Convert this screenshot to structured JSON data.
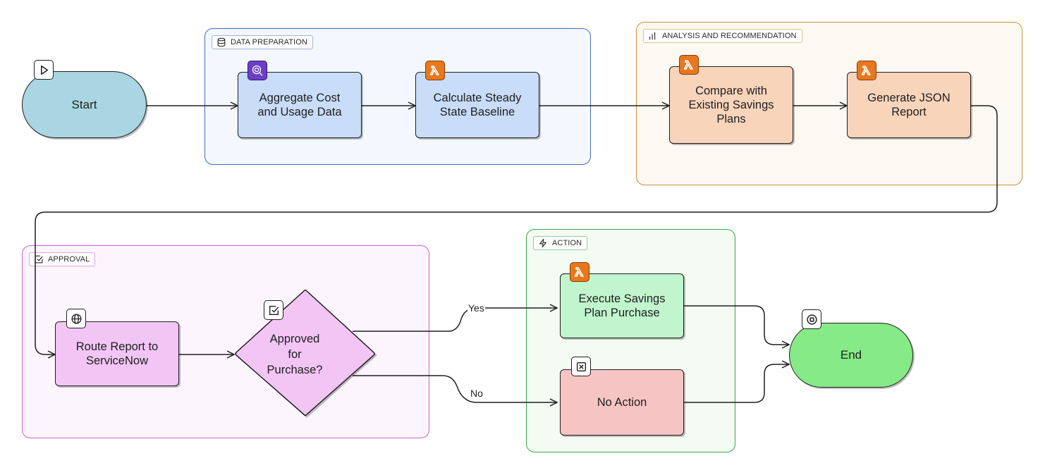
{
  "groups": {
    "data_preparation": "DATA PREPARATION",
    "analysis": "ANALYSIS AND RECOMMENDATION",
    "approval": "APPROVAL",
    "action": "ACTION"
  },
  "nodes": {
    "start": "Start",
    "aggregate": "Aggregate Cost\nand Usage Data",
    "calculate": "Calculate Steady\nState Baseline",
    "compare": "Compare with\nExisting Savings\nPlans",
    "generate": "Generate JSON\nReport",
    "route": "Route Report to\nServiceNow",
    "approved": "Approved\nfor\nPurchase?",
    "execute": "Execute Savings\nPlan Purchase",
    "no_action": "No Action",
    "end": "End"
  },
  "edges": {
    "yes": "Yes",
    "no": "No"
  },
  "icons": {
    "start": "play-icon",
    "aggregate": "cost-explorer-icon",
    "calculate": "lambda-icon",
    "compare": "lambda-icon",
    "generate": "lambda-icon",
    "route": "globe-icon",
    "approved": "check-square-icon",
    "execute": "lambda-icon",
    "no_action": "x-square-icon",
    "end": "stop-circle-icon",
    "data_preparation": "database-icon",
    "analysis": "bar-chart-icon",
    "approval": "check-square-icon",
    "action": "lightning-icon"
  },
  "colors": {
    "data_preparation_border": "#3d6fc0",
    "analysis_border": "#cc8f36",
    "approval_border": "#cf62cf",
    "action_border": "#3aa44f",
    "lambda_orange": "#e8781e",
    "start_fill": "#a9d6e2",
    "end_fill": "#86ea86"
  }
}
